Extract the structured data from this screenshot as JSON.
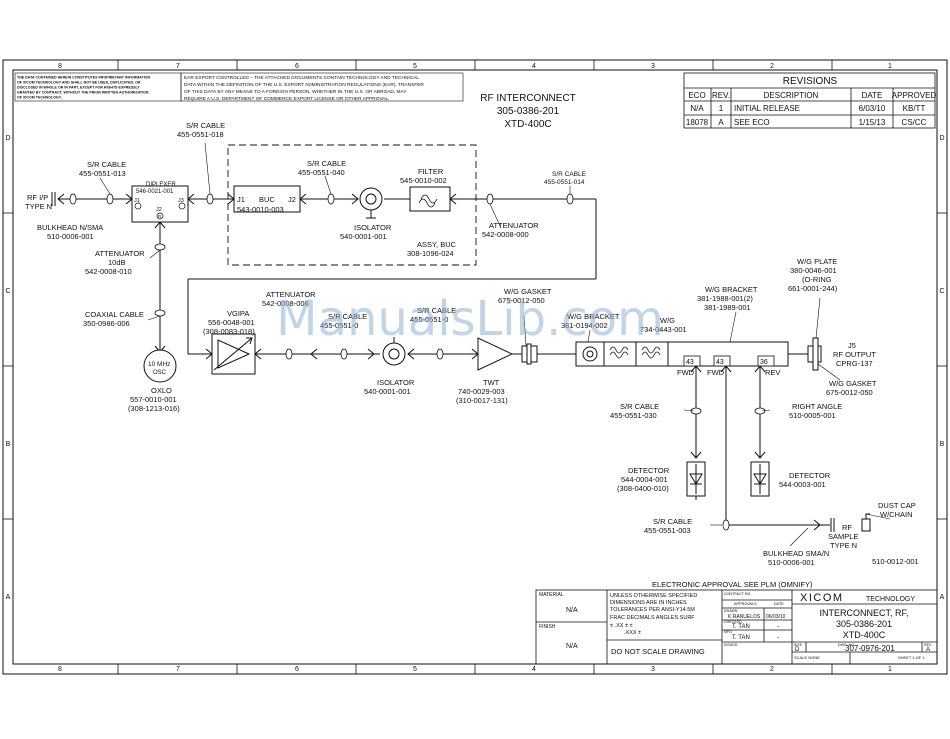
{
  "zones": {
    "top": [
      "8",
      "7",
      "6",
      "5",
      "4",
      "3",
      "2",
      "1"
    ],
    "bottom": [
      "8",
      "7",
      "6",
      "5",
      "4",
      "3",
      "2",
      "1"
    ],
    "left": [
      "D",
      "C",
      "B",
      "A"
    ],
    "right": [
      "D",
      "C",
      "B",
      "A"
    ]
  },
  "notices": {
    "proprietary": [
      "THE DATA CONTAINED HEREIN CONSTITUTES PROPRIETARY INFORMATION",
      "OF XICOM TECHNOLOGY AND SHALL NOT BE USED, DUPLICATED, OR",
      "DISCLOSED IN WHOLE OR IN PART, EXCEPT FOR RIGHTS EXPRESSLY",
      "GRANTED BY CONTRACT, WITHOUT THE PRIOR WRITTEN AUTHORIZATION",
      "OF XICOM TECHNOLOGY."
    ],
    "export": [
      "EAR EXPORT CONTROLLED – THE ATTACHED DOCUMENTS CONTAIN TECHNOLOGY AND TECHNICAL",
      "DATA WITHIN THE DEFINITION OF THE U.S. EXPORT ADMINISTRATION REGULATIONS (EAR). TRANSFER",
      "OF THIS DATA BY ANY MEANS TO A FOREIGN PERSON, WHETHER IN THE U.S. OR ABROAD, MAY",
      "REQUIRE A U.S. DEPARTMENT OF COMMERCE EXPORT LICENSE OR OTHER APPROVAL."
    ]
  },
  "heading": {
    "line1": "RF INTERCONNECT",
    "line2": "305-0386-201",
    "line3": "XTD-400C"
  },
  "revisions": {
    "title": "REVISIONS",
    "headers": [
      "ECO",
      "REV.",
      "DESCRIPTION",
      "DATE",
      "APPROVED"
    ],
    "rows": [
      [
        "N/A",
        "1",
        "INITIAL RELEASE",
        "6/03/10",
        "KB/TT"
      ],
      [
        "18078",
        "A",
        "SEE ECO",
        "1/15/13",
        "CS/CC"
      ]
    ]
  },
  "labels": {
    "rf_ip": "RF I/P",
    "type_n": "TYPE N",
    "bulkhead1": "BULKHEAD N/SMA",
    "bulkhead1_pn": "510-0006-001",
    "sr_cable1": "S/R CABLE",
    "sr_cable1_pn": "455-0551-013",
    "diplexer": "DIPLEXER",
    "diplexer_pn": "546-0021-001",
    "j1": "J1",
    "j2": "J2",
    "j3": "J3",
    "r": "R",
    "sr_cable2": "S/R CABLE",
    "sr_cable2_pn": "455-0551-018",
    "buc_j1": "J1",
    "buc": "BUC",
    "buc_j2": "J2",
    "buc_pn": "543-0010-003",
    "sr_cable3": "S/R CABLE",
    "sr_cable3_pn": "455-0551-040",
    "isolator1": "ISOLATOR",
    "isolator1_pn": "540-0001-001",
    "filter": "FILTER",
    "filter_pn": "545-0010-002",
    "assy_buc": "ASSY, BUC",
    "assy_buc_pn": "308-1096-024",
    "sr_cable4": "S/R CABLE",
    "sr_cable4_pn": "455-0551-014",
    "attenuator1": "ATTENUATOR",
    "attenuator1_pn": "542-0008-000",
    "attenuator2": "ATTENUATOR",
    "attenuator2_db": "10dB",
    "attenuator2_pn": "542-0008-010",
    "coax": "COAXIAL CABLE",
    "coax_pn": "350-0986-006",
    "osc_freq": "10 MHz",
    "osc": "OSC",
    "oxlo": "OXLO",
    "oxlo_pn": "557-0010-001",
    "oxlo_pn2": "(308-1213-016)",
    "vgipa": "VGIPA",
    "vgipa_pn": "556-0048-001",
    "vgipa_pn2": "(308-0083-018)",
    "atten3": "ATTENUATOR",
    "atten3_pn": "542-0008-006",
    "cable5": "S/R CABLE",
    "cable5_pn": "455-0551-0",
    "cable6": "S/R CABLE",
    "cable6_pn": "455-0551-0",
    "isolator2": "ISOLATOR",
    "isolator2_pn": "540-0001-001",
    "twt": "TWT",
    "twt_pn": "740-0029-003",
    "twt_pn2": "(310-0017-131)",
    "wg_gasket1": "W/G GASKET",
    "wg_gasket1_pn": "675-0012-050",
    "wg_bracket_a": "W/G BRACKET",
    "wg_bracket_a_pn": "381-0194-002",
    "wg": "W/G",
    "wg_pn": "734-0443-001",
    "wg_bracket": "W/G BRACKET",
    "wg_bracket_pn1": "381-1988-001(2)",
    "wg_bracket_pn2": "381-1989-001",
    "wg_plate": "W/G PLATE",
    "wg_plate_pn": "380-0046-001",
    "oring": "(O-RING",
    "oring_pn": "661-0001-244)",
    "j5": "J5",
    "rf_output": "RF OUTPUT",
    "cprg": "CPRG-137",
    "wg_gasket2": "W/G GASKET",
    "wg_gasket2_pn": "675-0012-050",
    "p43a": "43",
    "p43b": "43",
    "p36": "36",
    "fwd1": "FWD",
    "fwd2": "FWD",
    "rev": "REV",
    "sr_cable7": "S/R CABLE",
    "sr_cable7_pn": "455-0551-030",
    "right_angle": "RIGHT ANGLE",
    "right_angle_pn": "510-0005-001",
    "detector1": "DETECTOR",
    "detector1_pn": "544-0004-001",
    "detector1_pn2": "(308-0400-010)",
    "detector2": "DETECTOR",
    "detector2_pn": "544-0003-001",
    "sr_cable8": "S/R CABLE",
    "sr_cable8_pn": "455-0551-003",
    "bulkhead2": "BULKHEAD SMA/N",
    "bulkhead2_pn": "510-0006-001",
    "rf_sample": "RF",
    "rf_sample2": "SAMPLE",
    "rf_sample3": "TYPE N",
    "dust_cap": "DUST CAP",
    "dust_cap2": "W/CHAIN",
    "dust_cap_pn": "510-0012-001"
  },
  "title_block": {
    "approval": "ELECTRONIC APPROVAL SEE PLM (OMNIFY)",
    "material": "MATERIAL",
    "material_val": "N/A",
    "finish": "FINISH",
    "finish_val": "N/A",
    "tol1": "UNLESS OTHERWISE SPECIFIED",
    "tol2": "DIMENSIONS ARE IN INCHES",
    "tol3": "TOLERANCES PER ANSI-Y14.5M",
    "tol4": "FRAC   DECIMALS   ANGLES   SURF",
    "tol5": "±     .XX ±         ±",
    "tol6": ".XXX ±",
    "dont_scale": "DO NOT SCALE DRAWING",
    "contract": "CONTRACT NO.",
    "approvals": "APPROVALS",
    "date_h": "DATE",
    "drawn": "DRAWN",
    "drawn_name": "K.RANUELOS",
    "drawn_date": "06/03/10",
    "checked": "CHECKED",
    "checked_name": "T. TAN",
    "checked_date": "-",
    "mfg": "MFG",
    "mfg_name": "T. TAN",
    "mfg_date": "-",
    "issued": "ISSUED",
    "logo": "XICOM",
    "logo2": "TECHNOLOGY",
    "title1": "INTERCONNECT, RF,",
    "title2": "305-0386-201",
    "title3": "XTD-400C",
    "size_h": "SIZE",
    "size": "D",
    "dwg_h": "DWG. NO.",
    "dwg": "307-0976-201",
    "rev_h": "REV",
    "rev": "A",
    "scale": "SCALE NONE",
    "sheet": "SHEET 1 OF 1"
  },
  "watermark": "ManualsLib.com"
}
